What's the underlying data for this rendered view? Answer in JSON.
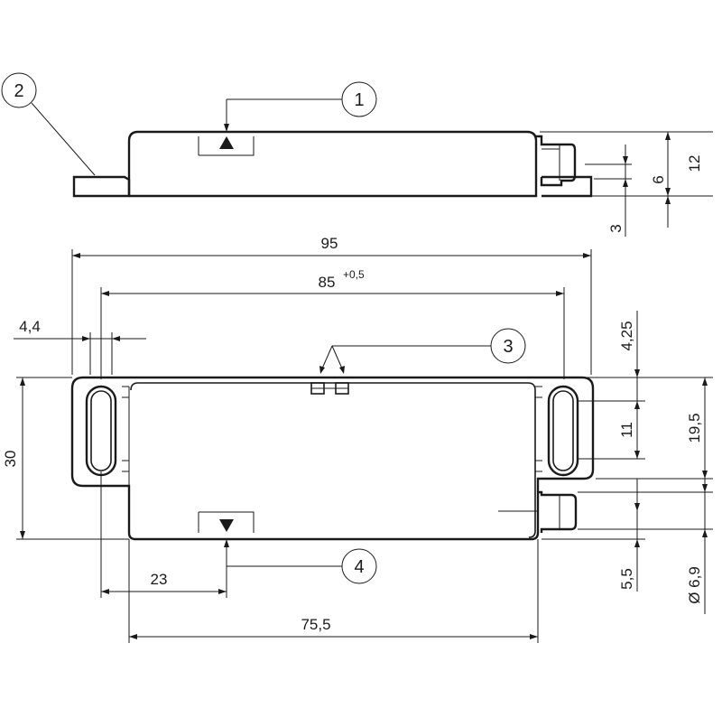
{
  "callouts": [
    "1",
    "2",
    "3",
    "4"
  ],
  "dimensions": {
    "height_total": "12",
    "height_mid": "6",
    "height_base": "3",
    "length_overall": "95",
    "length_holes": "85",
    "length_holes_tolerance": "+0,5",
    "hole_width": "4,4",
    "top_to_slot": "4,25",
    "slot_length": "11",
    "slot_to_bottom": "19,5",
    "width": "30",
    "marker_position": "23",
    "body_length": "75,5",
    "connector_offset": "5,5",
    "connector_diameter": "Ø 6,9"
  }
}
